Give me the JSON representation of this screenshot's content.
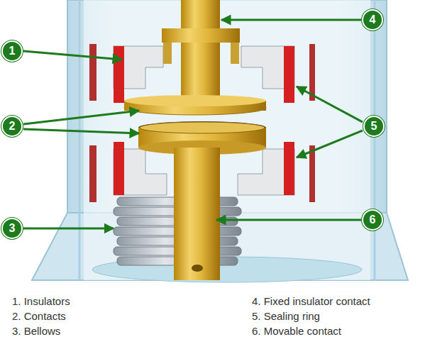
{
  "diagram": {
    "nodes": [
      {
        "text": [
          "1"
        ]
      },
      {
        "text": [
          "2"
        ]
      },
      {
        "text": [
          "3"
        ]
      },
      {
        "text": [
          "4"
        ]
      },
      {
        "text": [
          "5"
        ]
      },
      {
        "text": [
          "6"
        ]
      }
    ],
    "edges": [],
    "labels": [
      "1. Insulators",
      "2. Contacts",
      "3. Bellows",
      "4. Fixed insulator contact",
      "5. Sealing ring",
      "6. Movable contact"
    ]
  }
}
